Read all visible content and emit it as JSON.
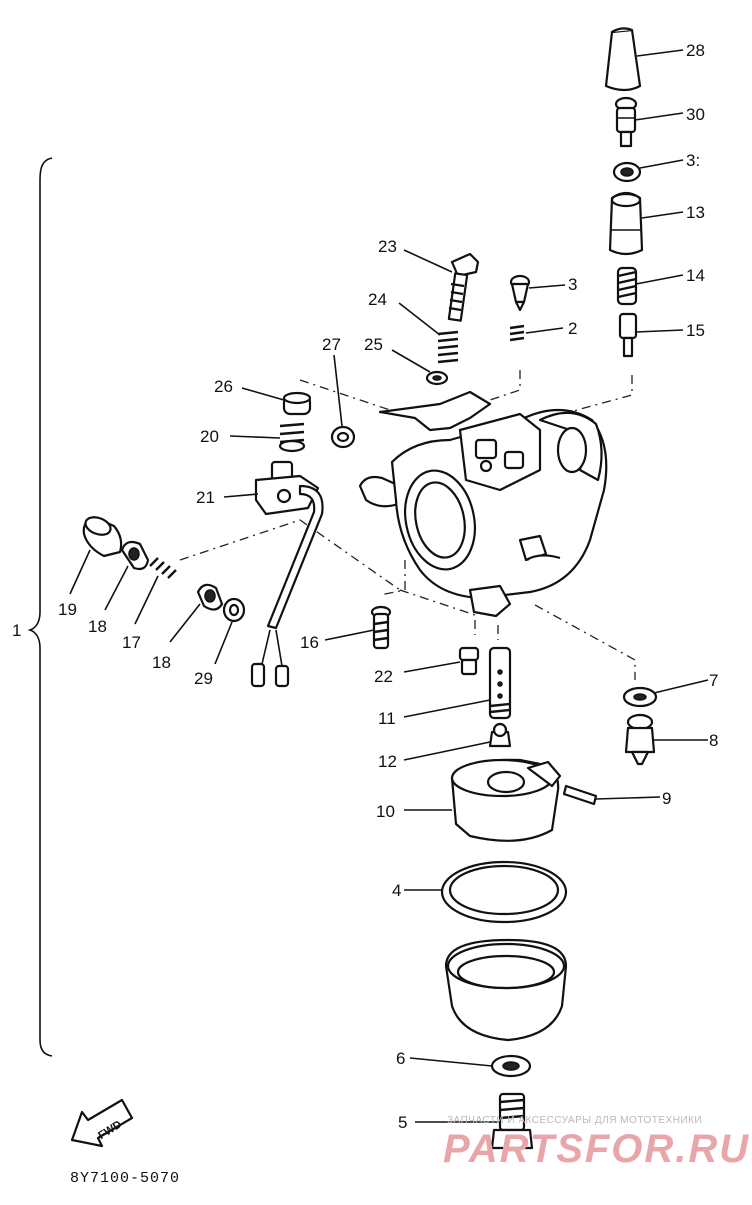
{
  "callouts": [
    {
      "id": "c28",
      "label": "28"
    },
    {
      "id": "c30",
      "label": "30"
    },
    {
      "id": "c31",
      "label": "3:"
    },
    {
      "id": "c13",
      "label": "13"
    },
    {
      "id": "c14",
      "label": "14"
    },
    {
      "id": "c15",
      "label": "15"
    },
    {
      "id": "c23",
      "label": "23"
    },
    {
      "id": "c3",
      "label": "3"
    },
    {
      "id": "c24",
      "label": "24"
    },
    {
      "id": "c2",
      "label": "2"
    },
    {
      "id": "c27",
      "label": "27"
    },
    {
      "id": "c25",
      "label": "25"
    },
    {
      "id": "c26",
      "label": "26"
    },
    {
      "id": "c20",
      "label": "20"
    },
    {
      "id": "c21",
      "label": "21"
    },
    {
      "id": "c19",
      "label": "19"
    },
    {
      "id": "c18a",
      "label": "18"
    },
    {
      "id": "c17",
      "label": "17"
    },
    {
      "id": "c18b",
      "label": "18"
    },
    {
      "id": "c29",
      "label": "29"
    },
    {
      "id": "c1",
      "label": "1"
    },
    {
      "id": "c16",
      "label": "16"
    },
    {
      "id": "c22",
      "label": "22"
    },
    {
      "id": "c11",
      "label": "11"
    },
    {
      "id": "c12",
      "label": "12"
    },
    {
      "id": "c7",
      "label": "7"
    },
    {
      "id": "c8",
      "label": "8"
    },
    {
      "id": "c10",
      "label": "10"
    },
    {
      "id": "c9",
      "label": "9"
    },
    {
      "id": "c4",
      "label": "4"
    },
    {
      "id": "c6",
      "label": "6"
    },
    {
      "id": "c5",
      "label": "5"
    }
  ],
  "diagram_code": "8Y7100-5070",
  "fwd_label": "FWD",
  "watermark": {
    "small": "ЗАПЧАСТИ И АКСЕССУАРЫ ДЛЯ МОТОТЕХНИКИ",
    "big": "PARTSFOR.RU"
  }
}
